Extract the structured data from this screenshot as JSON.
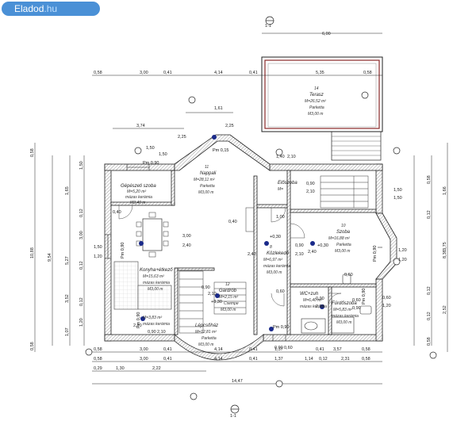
{
  "brand": {
    "name": "Eladod",
    "suffix": ".hu",
    "color": "#4a90d6"
  },
  "dimensions": {
    "top_terrace": "6,00",
    "top_row": [
      "0,58",
      "3,00",
      "0,41",
      "4,14",
      "0,41",
      "5,35",
      "0,58"
    ],
    "small_161": "1,61",
    "small_374": "3,74",
    "small_225a": "2,25",
    "small_225b": "2,25",
    "small_150a": "1,50",
    "small_150b": "1,50",
    "small_140": "1,40",
    "small_210": "2,10",
    "right_150a": "1,50",
    "right_150b": "1,50",
    "right_120a": "1,20",
    "right_120b": "1,20",
    "right_060": "0,60",
    "right_120c": "1,20",
    "mid_300": "3,00",
    "mid_240": "2,40",
    "mid_240b": "2,40",
    "left_150": "1,50",
    "left_120": "1,20",
    "bottom_row1": [
      "0,58",
      "3,00",
      "0,41",
      "4,14",
      "0,41",
      "1,37",
      "0,41",
      "3,57",
      "0,58"
    ],
    "bottom_row2": [
      "0,58",
      "3,00",
      "0,41",
      "4,14",
      "0,41",
      "1,37",
      "1,14",
      "0,12",
      "2,31",
      "0,58"
    ],
    "bottom_row3": [
      "0,29",
      "1,30",
      "2,22"
    ],
    "total_width": "14,47",
    "left_total": "10,88",
    "left_954": "9,54",
    "left_col": [
      "0,58",
      "1,50",
      "1,65",
      "0,12",
      "3,00",
      "0,12",
      "3,52",
      "0,12",
      "1,20",
      "1,07",
      "0,58"
    ],
    "left_527": "5,27",
    "right_total": "8,38",
    "right_col": [
      "0,58",
      "1,66",
      "0,12",
      "3,75",
      "0,12",
      "2,52",
      "0,12",
      "0,58"
    ],
    "bottom_090": "0,90",
    "bottom_060": "0,60",
    "bottom_210": "2,10",
    "bottom_090b": "0,90",
    "door_090": "0,90",
    "door_210": "2,10",
    "door_090b": "0,90",
    "door_210b": "2,10",
    "wc_060": "0,60",
    "wc_090": "0,90",
    "wc_060b": "0,60",
    "n_240": "2,40",
    "n_060": "0,60",
    "n_100": "1,00",
    "n_210": "2,10",
    "n_090": "0,90",
    "n_210b": "2,10",
    "n_040": "0,40",
    "n_040b": "0,40",
    "n_090c": "0,90",
    "n_210c": "2,10"
  },
  "levels": {
    "pm090": "Pm 0,90",
    "pm015": "Pm 0,15",
    "pm090b": "Pm 0,90",
    "pm090c": "Pm 0,90",
    "pm090d": "Pm 0,90",
    "pm090e": "Pm 0,90",
    "pm090f": "Pm 0,90",
    "plus030a": "+0,30",
    "plus030b": "+0,30",
    "plus030c": "+0,30"
  },
  "rooms": {
    "terasz": {
      "num": "14",
      "name": "Terasz",
      "area": "M=26,52 m²",
      "floor": "Parketta",
      "height": "M3,00 m"
    },
    "gepeszeti": {
      "name": "Gépészeti szoba",
      "area": "M=5,20 m²",
      "floor": "mázas kerámia",
      "height": "M3,40 m"
    },
    "nappali": {
      "num": "11",
      "name": "Nappali",
      "area": "M=28,11 m²",
      "floor": "Parketta",
      "height": "M3,00 m"
    },
    "elotszoba": {
      "name": "Előszoba",
      "area": "M=",
      "floor": "",
      "height": ""
    },
    "szoba": {
      "num": "10",
      "name": "Szoba",
      "area": "M=16,88 m²",
      "floor": "Parketta",
      "height": "M3,00 m"
    },
    "konyha": {
      "name": "Konyha+étkező",
      "area": "M=15,63 m²",
      "floor": "mázas kerámia",
      "height": "M3,00 m"
    },
    "kozlekedo": {
      "num": "8",
      "name": "Közlekedő",
      "area": "M=6,97 m²",
      "floor": "mázas kerámia",
      "height": "M3,00 m"
    },
    "gardrob": {
      "num": "12",
      "name": "Gardrób",
      "area": "M=2,15 m²",
      "floor": "Csempe",
      "height": "M3,00 m"
    },
    "wc": {
      "name": "WC+zuh",
      "area": "M=6,40 m²",
      "floor": "mázas kerámia",
      "height": ""
    },
    "furdo": {
      "name": "Fürdőszoba",
      "area": "M=5,83 m²",
      "floor": "mázas kerámia",
      "height": "M3,00 m"
    },
    "spajz": {
      "area": "M=3,83 m²",
      "floor": "mázas kerámia",
      "height": ""
    },
    "lepcso": {
      "name": "Lépcsőház",
      "area": "M=12,81 m²",
      "floor": "Parketta",
      "height": "M3,00 m"
    }
  },
  "section_marks": {
    "top": "1-1",
    "bottom": "1-1"
  }
}
